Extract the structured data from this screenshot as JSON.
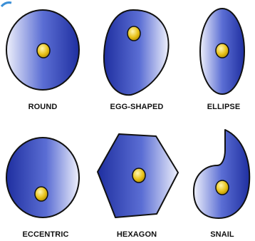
{
  "colors": {
    "fill_dark": "#1f2fa0",
    "fill_mid": "#5b6ed4",
    "fill_light": "#eef0fb",
    "outline": "#111111",
    "nucleus": "#e8c21a",
    "corner_accent": "#3b8fd6"
  },
  "shapes": [
    {
      "id": "round",
      "label": "ROUND"
    },
    {
      "id": "egg-shaped",
      "label": "EGG-SHAPED"
    },
    {
      "id": "ellipse",
      "label": "ELLIPSE"
    },
    {
      "id": "eccentric",
      "label": "ECCENTRIC"
    },
    {
      "id": "hexagon",
      "label": "HEXAGON"
    },
    {
      "id": "snail",
      "label": "SNAIL"
    }
  ]
}
